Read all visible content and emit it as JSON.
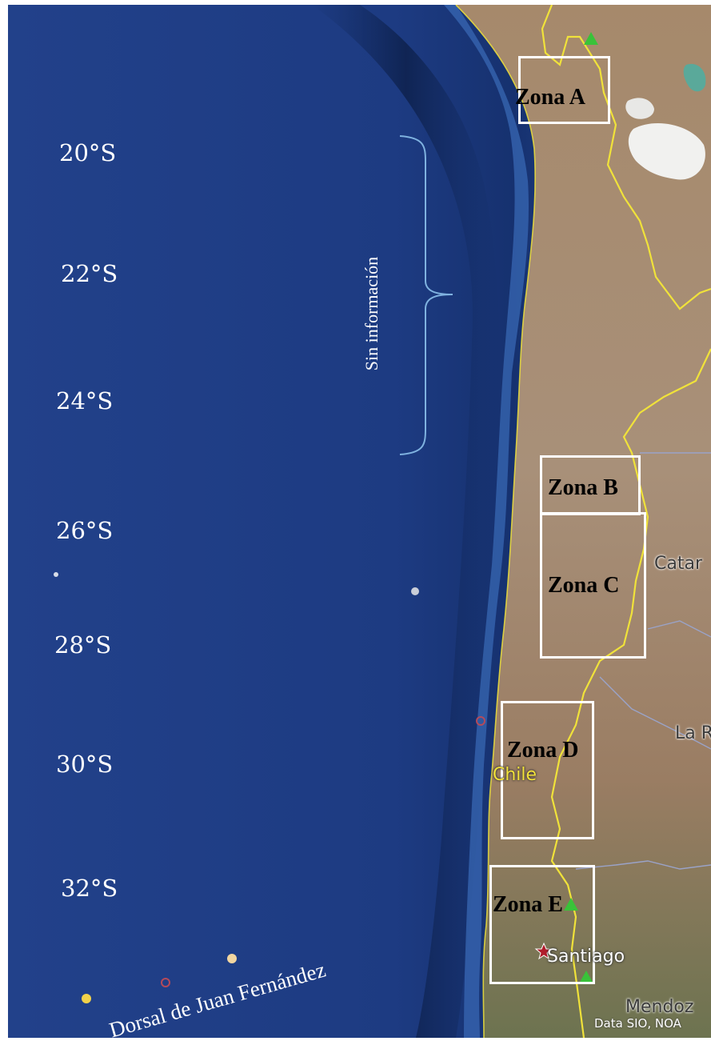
{
  "latitudes": [
    "20°S",
    "22°S",
    "24°S",
    "26°S",
    "28°S",
    "30°S",
    "32°S"
  ],
  "zones": {
    "a": "Zona  A",
    "b": "Zona B",
    "c": "Zona C",
    "d": "Zona D",
    "e": "Zona E"
  },
  "annotations": {
    "no_info": "Sin información",
    "ridge": "Dorsal de  Juan Fernández"
  },
  "places": {
    "chile": "Chile",
    "santiago": "Santiago",
    "catamarca": "Catar",
    "la_rioja": "La R",
    "mendoza": "Mendoz"
  },
  "attribution": "Data SIO, NOA",
  "colors": {
    "ocean": "#1f3f85",
    "land": "#a08768",
    "border": "#f0e23a",
    "zone_box": "#ffffff",
    "bracket": "#7fb2e0"
  },
  "icons": [
    "mountain-peak-icon",
    "city-star-icon",
    "place-marker-icon"
  ]
}
